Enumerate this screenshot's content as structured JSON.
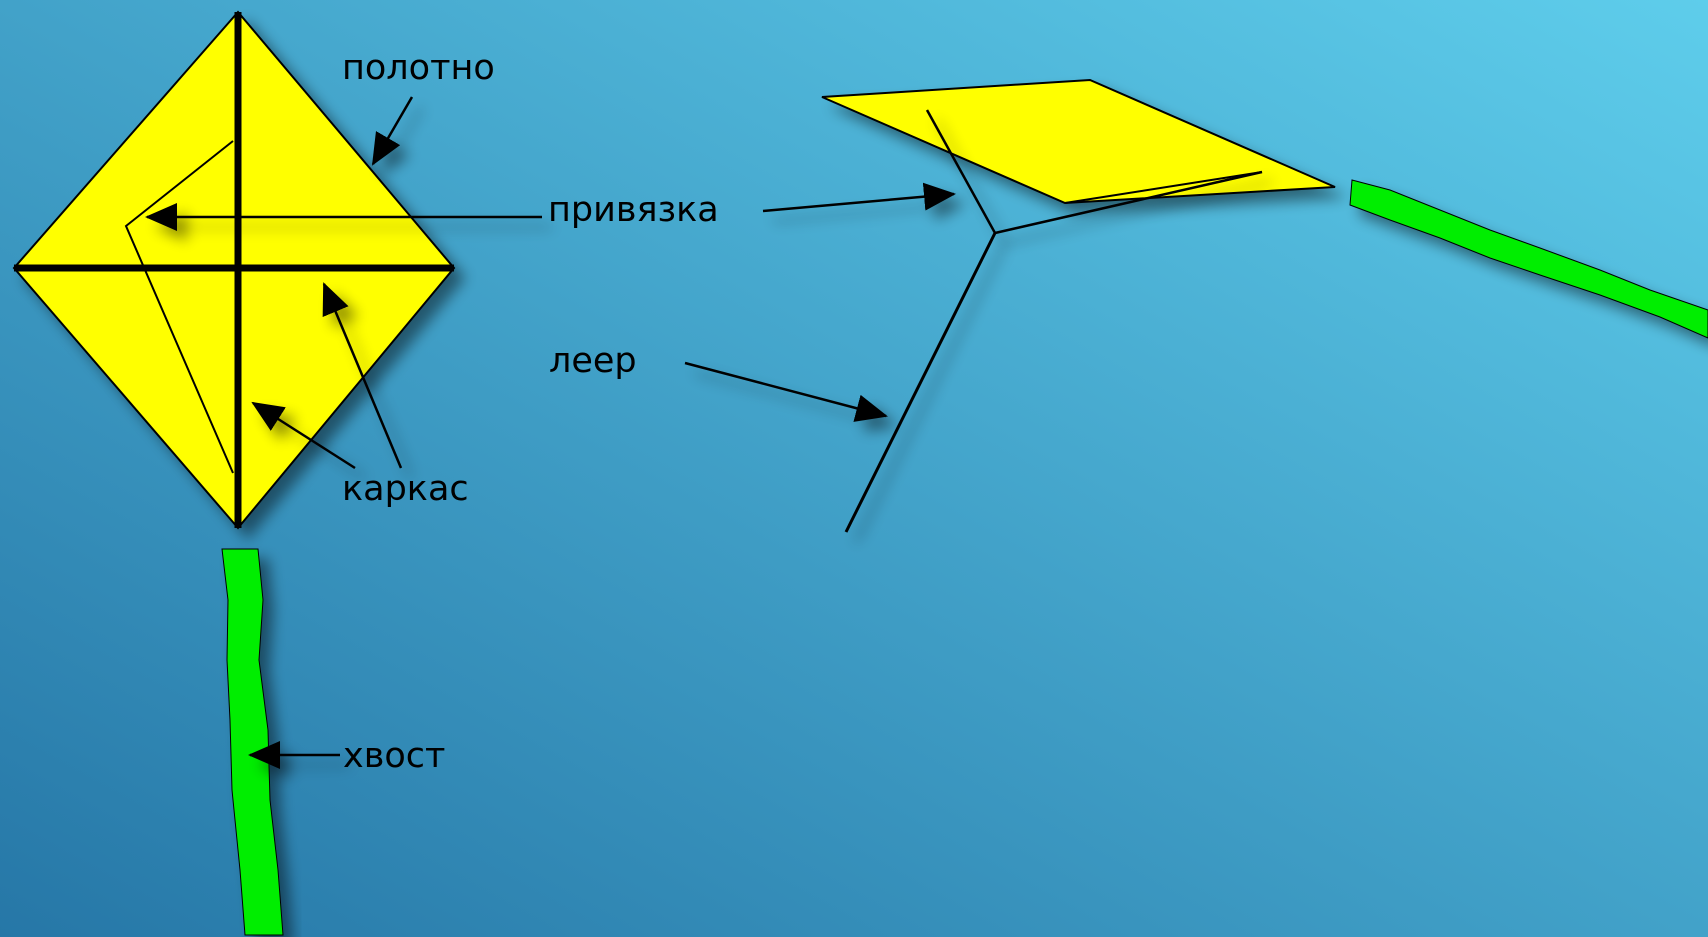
{
  "labels": {
    "canvas": "полотно",
    "bridle": "привязка",
    "line": "леер",
    "frame": "каркас",
    "tail": "хвост"
  },
  "colors": {
    "background_top": "#5ecdeb",
    "background_bottom": "#2677a7",
    "kite_fill": "#ffff00",
    "tail_fill": "#00ee00",
    "stroke": "#000000"
  }
}
